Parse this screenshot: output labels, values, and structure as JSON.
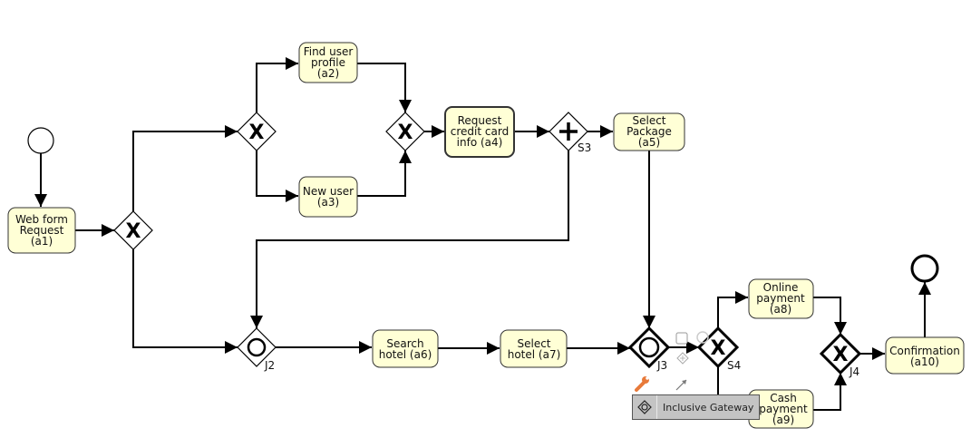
{
  "tasks": {
    "a1": [
      "Web form",
      "Request",
      "(a1)"
    ],
    "a2": [
      "Find user",
      "profile",
      "(a2)"
    ],
    "a3": [
      "New user",
      "(a3)"
    ],
    "a4": [
      "Request",
      "credit card",
      "info (a4)"
    ],
    "a5": [
      "Select",
      "Package",
      "(a5)"
    ],
    "a6": [
      "Search",
      "hotel (a6)"
    ],
    "a7": [
      "Select",
      "hotel (a7)"
    ],
    "a8": [
      "Online",
      "payment",
      "(a8)"
    ],
    "a9": [
      "Cash",
      "payment",
      "(a9)"
    ],
    "a10": [
      "Confirmation",
      "(a10)"
    ]
  },
  "gateway_labels": {
    "S3": "S3",
    "J2": "J2",
    "J3": "J3",
    "S4": "S4",
    "J4": "J4"
  },
  "tooltip": {
    "label": "Inclusive Gateway"
  }
}
